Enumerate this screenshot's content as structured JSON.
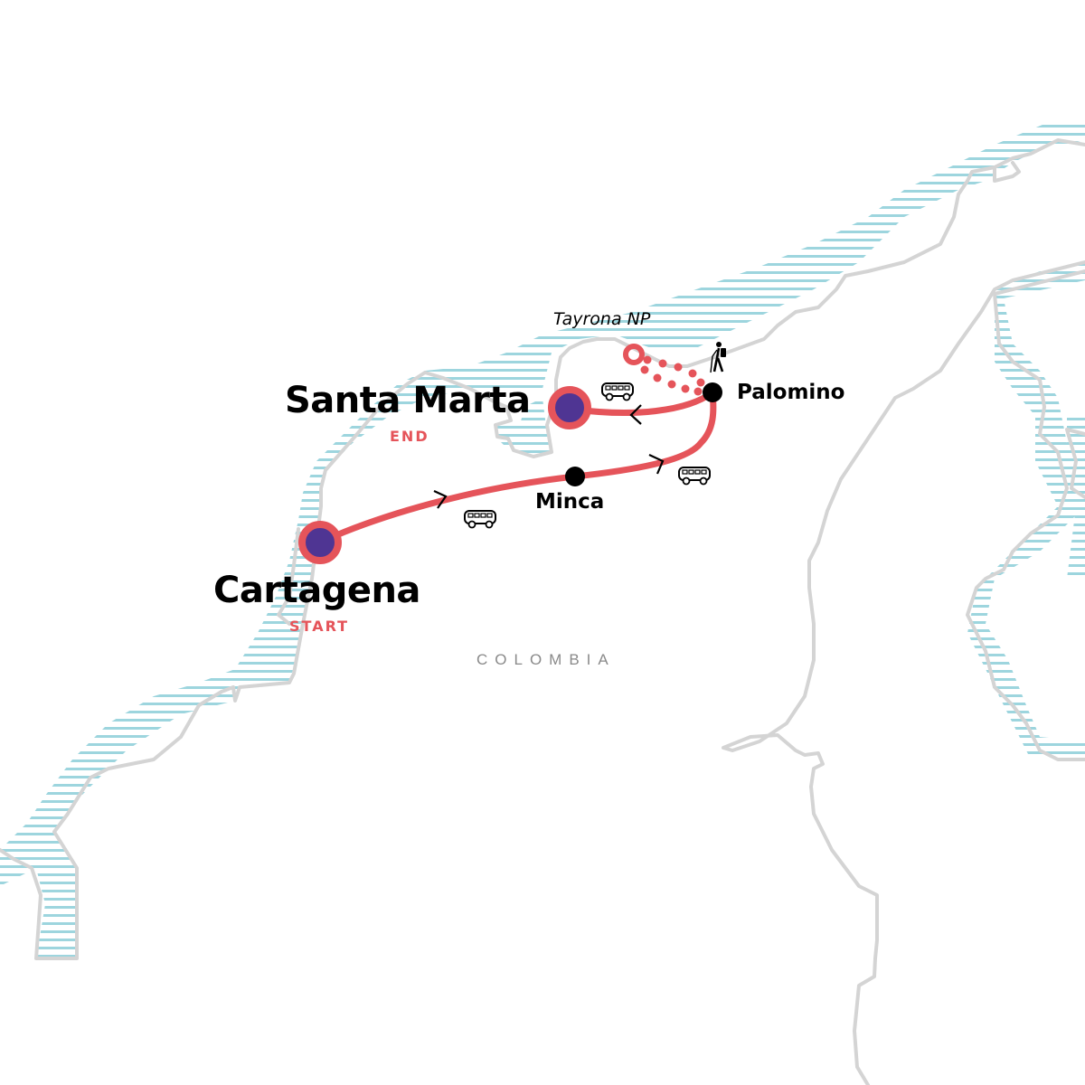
{
  "map": {
    "country_label": "COLOMBIA",
    "colors": {
      "route": "#e5545a",
      "stop_fill": "#4f3593",
      "land_border": "#d4d4d4",
      "water_hatch": "#9dd5de",
      "text": "#000000",
      "country_text": "#8a8a8a"
    },
    "stops": [
      {
        "name": "Cartagena",
        "tag": "START",
        "type": "start"
      },
      {
        "name": "Minca",
        "type": "waypoint"
      },
      {
        "name": "Palomino",
        "type": "waypoint"
      },
      {
        "name": "Tayrona NP",
        "type": "side-trip"
      },
      {
        "name": "Santa Marta",
        "tag": "END",
        "type": "end"
      }
    ],
    "legs": [
      {
        "from": "Cartagena",
        "to": "Minca",
        "mode": "bus-icon"
      },
      {
        "from": "Minca",
        "to": "Palomino",
        "mode": "bus-icon"
      },
      {
        "from": "Palomino",
        "to": "Tayrona NP",
        "mode": "hiker-icon",
        "style": "dotted"
      },
      {
        "from": "Palomino",
        "to": "Santa Marta",
        "mode": "bus-icon"
      }
    ]
  }
}
